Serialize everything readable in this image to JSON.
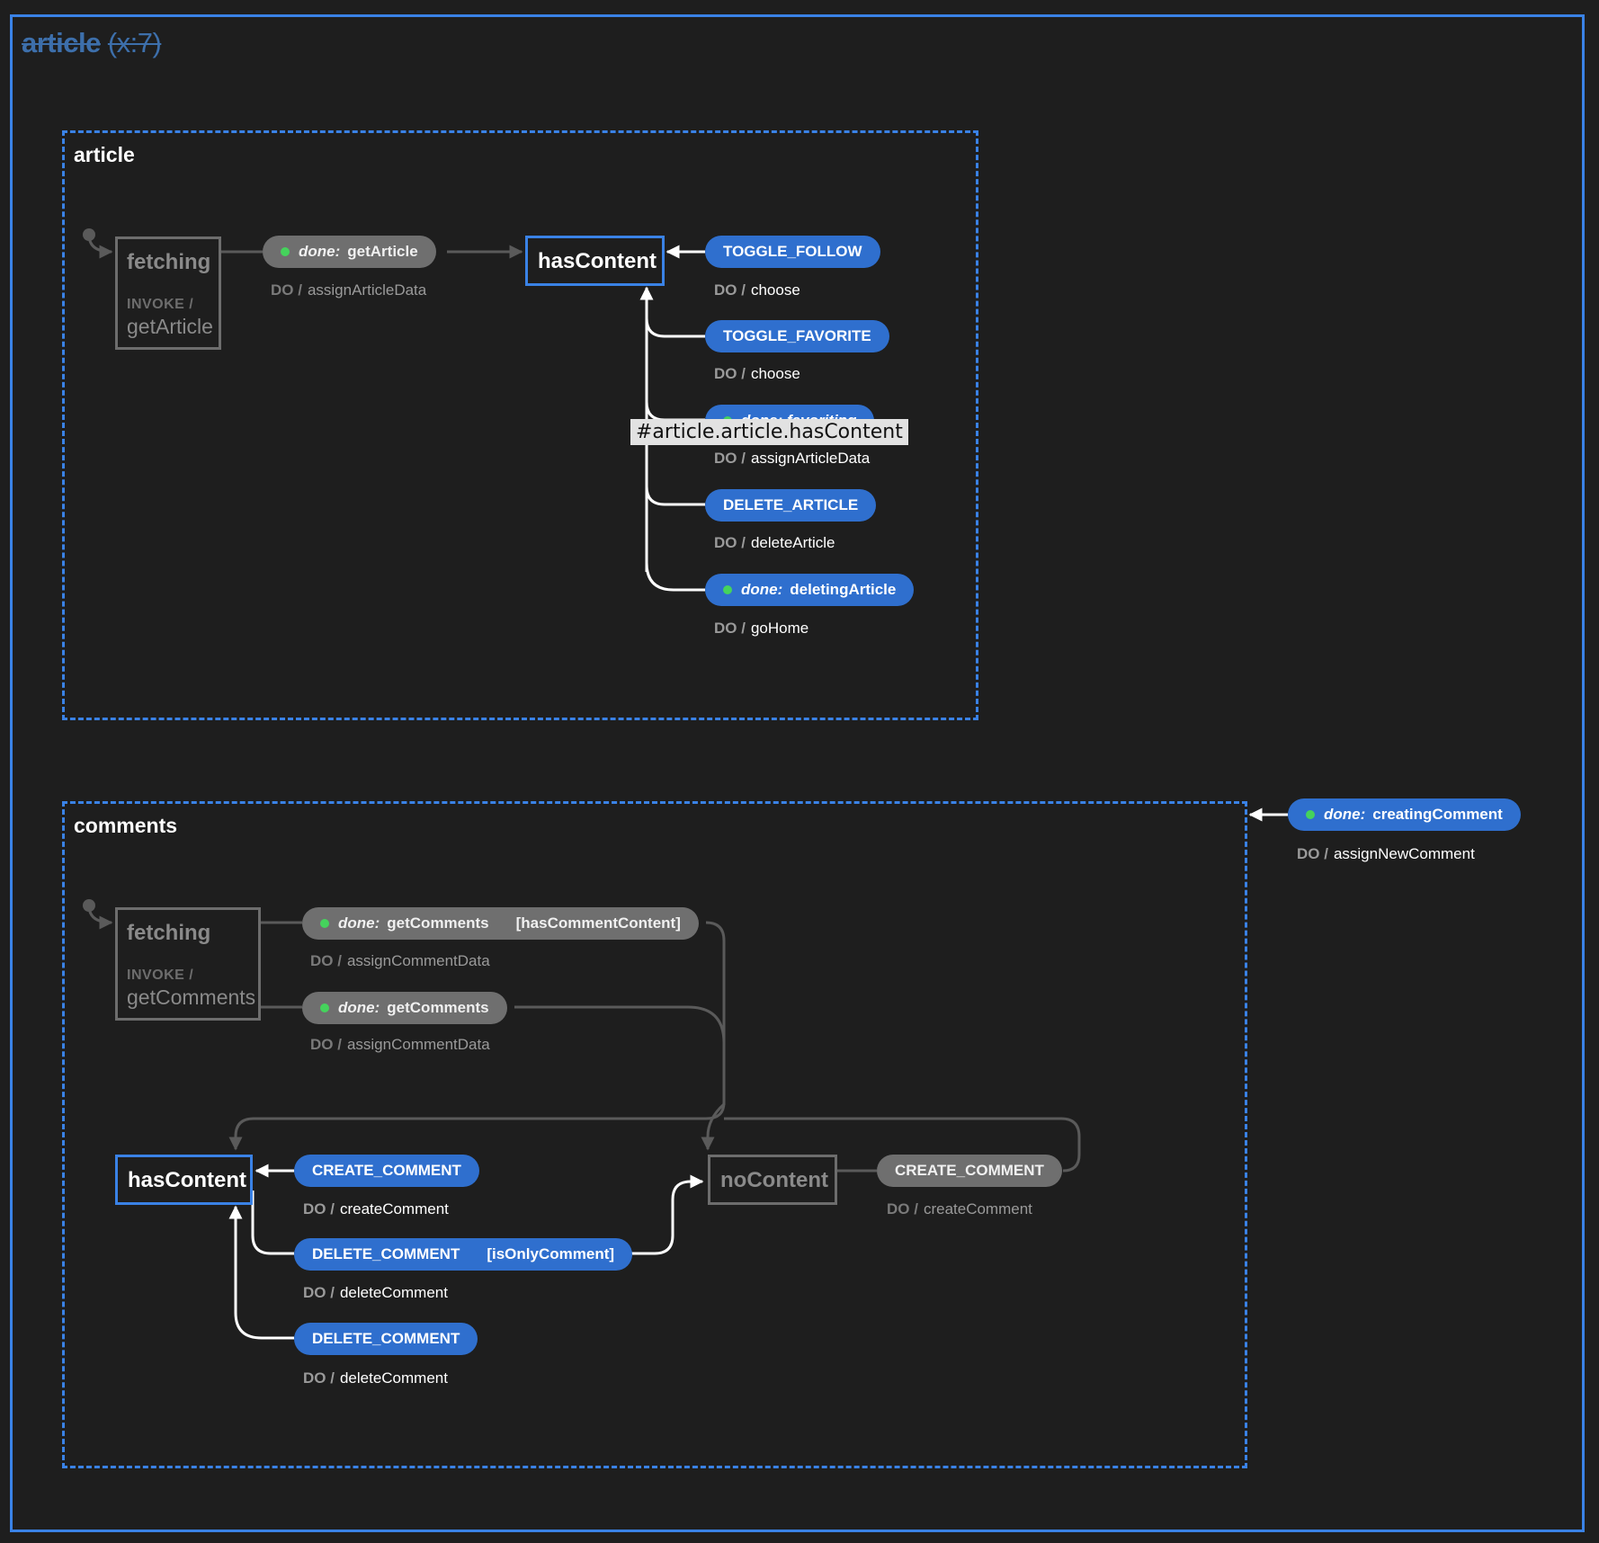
{
  "machine": {
    "title": "article",
    "subtitle": "(x:7)"
  },
  "colors": {
    "accent": "#3a82e6",
    "pill_blue": "#2f6fce",
    "pill_gray": "#6f6f6f",
    "done_dot": "#45d35c",
    "background": "#1e1e1e"
  },
  "article_region": {
    "label": "article",
    "fetching": {
      "name": "fetching",
      "invoke_label": "INVOKE /",
      "invoke_src": "getArticle"
    },
    "has_content": {
      "name": "hasContent"
    },
    "fetch_transition": {
      "done": "done:",
      "event": "getArticle",
      "do": "DO /",
      "action": "assignArticleData"
    },
    "transitions": [
      {
        "event": "TOGGLE_FOLLOW",
        "do": "DO /",
        "action": "choose"
      },
      {
        "event": "TOGGLE_FAVORITE",
        "do": "DO /",
        "action": "choose"
      },
      {
        "event": "done: favoriting",
        "do": "DO /",
        "action": "assignArticleData"
      },
      {
        "event": "DELETE_ARTICLE",
        "do": "DO /",
        "action": "deleteArticle"
      },
      {
        "done": "done:",
        "event": "deletingArticle",
        "do": "DO /",
        "action": "goHome"
      }
    ],
    "tooltip": "#article.article.hasContent"
  },
  "comments_region": {
    "label": "comments",
    "fetching": {
      "name": "fetching",
      "invoke_label": "INVOKE /",
      "invoke_src": "getComments"
    },
    "has_content": {
      "name": "hasContent"
    },
    "no_content": {
      "name": "noContent"
    },
    "fetch_transitions": [
      {
        "done": "done:",
        "event": "getComments",
        "guard": "[hasCommentContent]",
        "do": "DO /",
        "action": "assignCommentData"
      },
      {
        "done": "done:",
        "event": "getComments",
        "do": "DO /",
        "action": "assignCommentData"
      }
    ],
    "has_content_transitions": [
      {
        "event": "CREATE_COMMENT",
        "do": "DO /",
        "action": "createComment"
      },
      {
        "event": "DELETE_COMMENT",
        "guard": "[isOnlyComment]",
        "do": "DO /",
        "action": "deleteComment"
      },
      {
        "event": "DELETE_COMMENT",
        "do": "DO /",
        "action": "deleteComment"
      }
    ],
    "no_content_transition": {
      "event": "CREATE_COMMENT",
      "do": "DO /",
      "action": "createComment"
    },
    "external_transition": {
      "done": "done:",
      "event": "creatingComment",
      "do": "DO /",
      "action": "assignNewComment"
    }
  }
}
